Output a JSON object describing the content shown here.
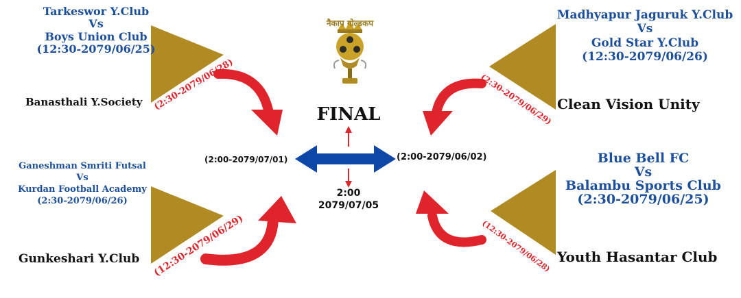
{
  "logo": {
    "text": "नैकाप गोल्डकप"
  },
  "final": {
    "label": "FINAL",
    "left_semi_time": "(2:00-2079/07/01)",
    "right_semi_time": "(2:00-2079/06/02)",
    "final_time": "2:00",
    "final_date": "2079/07/05"
  },
  "quarters": [
    {
      "team_a": "Tarkeswor Y.Club",
      "vs": "Vs",
      "team_b": "Boys Union Club",
      "time": "(12:30-2079/06/25)",
      "seeded_team": "Banasthali Y.Society",
      "qf_time": "(2:30-2079/06/28)"
    },
    {
      "team_a": "Madhyapur Jaguruk Y.Club",
      "vs": "Vs",
      "team_b": "Gold Star Y.Club",
      "time": "(12:30-2079/06/26)",
      "seeded_team": "Clean Vision Unity",
      "qf_time": "(2:30-2079/06/29)"
    },
    {
      "team_a": "Ganeshman Smriti Futsal",
      "vs": "Vs",
      "team_b": "Kurdan Football Academy",
      "time": "(2:30-2079/06/26)",
      "seeded_team": "Gunkeshari Y.Club",
      "qf_time": "(12:30-2079/06/29)"
    },
    {
      "team_a": "Blue Bell FC",
      "vs": "Vs",
      "team_b": "Balambu Sports Club",
      "time": "(2:30-2079/06/25)",
      "seeded_team": "Youth Hasantar Club",
      "qf_time": "(12:30-2079/06/28)"
    }
  ],
  "colors": {
    "gold": "#b08a22",
    "red": "#e0242b",
    "blue": "#1c4f9c",
    "arrow_blue": "#0d47a8"
  }
}
